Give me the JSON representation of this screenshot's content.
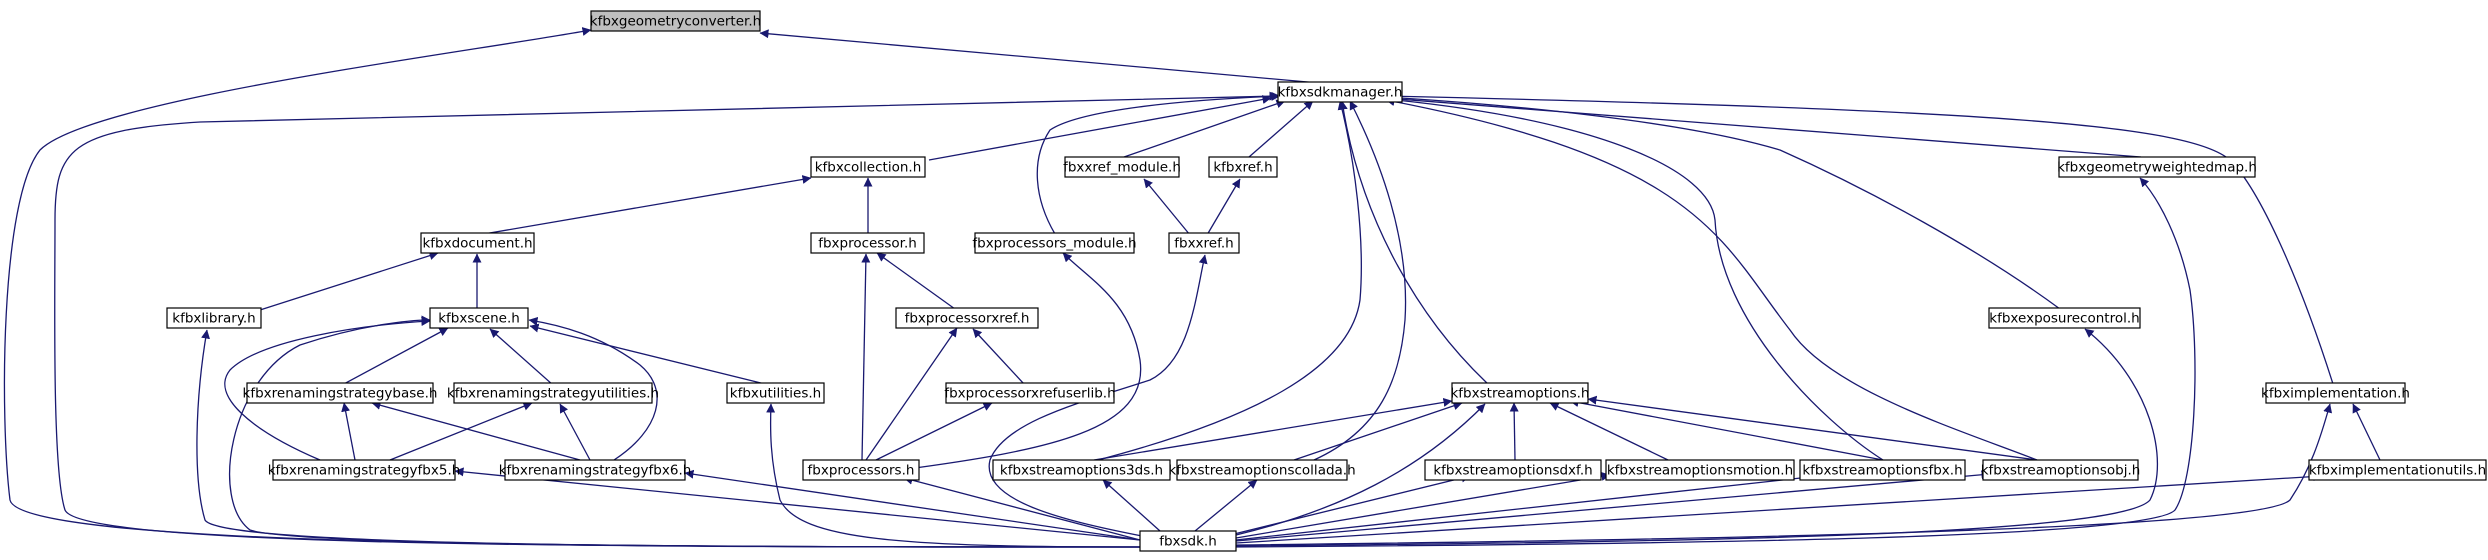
{
  "colors": {
    "edge": "#191970",
    "root_fill": "#bfbfbf",
    "node_fill": "#ffffff",
    "border": "#000000"
  },
  "nodes": {
    "geometryconverter": "kfbxgeometryconverter.h",
    "sdkmanager": "kfbxsdkmanager.h",
    "collection": "kfbxcollection.h",
    "xref_module": "fbxxref_module.h",
    "kfbxref": "kfbxref.h",
    "geometryweightedmap": "kfbxgeometryweightedmap.h",
    "document": "kfbxdocument.h",
    "processor": "fbxprocessor.h",
    "processors_module": "fbxprocessors_module.h",
    "fbxxref": "fbxxref.h",
    "library": "kfbxlibrary.h",
    "scene": "kfbxscene.h",
    "processorxref": "fbxprocessorxref.h",
    "exposurecontrol": "kfbxexposurecontrol.h",
    "renamingbase": "kfbxrenamingstrategybase.h",
    "renamingutilities": "kfbxrenamingstrategyutilities.h",
    "utilities": "kfbxutilities.h",
    "processorxrefuserlib": "fbxprocessorxrefuserlib.h",
    "streamoptions": "kfbxstreamoptions.h",
    "implementation": "kfbximplementation.h",
    "renamingfbx5": "kfbxrenamingstrategyfbx5.h",
    "renamingfbx6": "kfbxrenamingstrategyfbx6.h",
    "processors": "fbxprocessors.h",
    "so3ds": "kfbxstreamoptions3ds.h",
    "socollada": "kfbxstreamoptionscollada.h",
    "sodxf": "kfbxstreamoptionsdxf.h",
    "somotion": "kfbxstreamoptionsmotion.h",
    "sofbx": "kfbxstreamoptionsfbx.h",
    "soobj": "kfbxstreamoptionsobj.h",
    "implementationutils": "kfbximplementationutils.h",
    "fbxsdk": "fbxsdk.h"
  }
}
